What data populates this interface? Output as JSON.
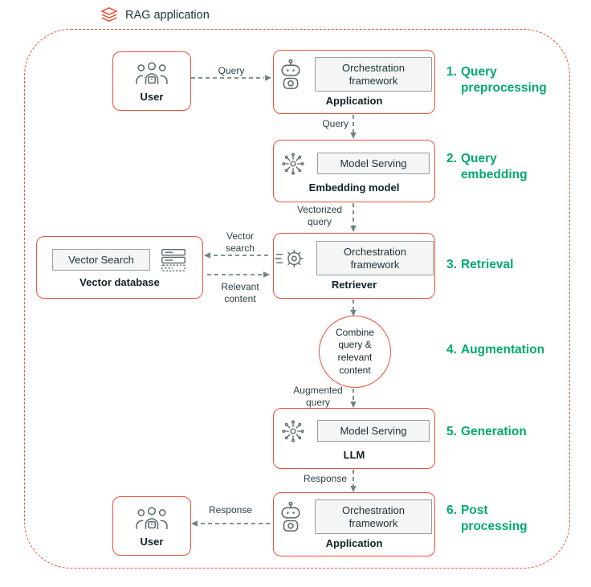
{
  "header": {
    "title": "RAG application"
  },
  "nodes": {
    "user_top": {
      "label": "User"
    },
    "application_top": {
      "inner": "Orchestration framework",
      "label": "Application"
    },
    "embedding_model": {
      "inner": "Model Serving",
      "label": "Embedding model"
    },
    "retriever": {
      "inner": "Orchestration framework",
      "label": "Retriever"
    },
    "vector_database": {
      "inner": "Vector Search",
      "label": "Vector database"
    },
    "combine": {
      "label": "Combine query & relevant content"
    },
    "llm": {
      "inner": "Model Serving",
      "label": "LLM"
    },
    "application_bottom": {
      "inner": "Orchestration framework",
      "label": "Application"
    },
    "user_bottom": {
      "label": "User"
    }
  },
  "arrow_labels": {
    "user_to_app": "Query",
    "app_to_embedding": "Query",
    "embedding_to_retriever": "Vectorized query",
    "retriever_to_vectordb": "Vector search",
    "vectordb_to_retriever": "Relevant content",
    "combine_to_llm": "Augmented query",
    "llm_to_app": "Response",
    "app_to_user": "Response"
  },
  "steps": [
    {
      "num": "1.",
      "label": "Query preprocessing"
    },
    {
      "num": "2.",
      "label": "Query embedding"
    },
    {
      "num": "3.",
      "label": "Retrieval"
    },
    {
      "num": "4.",
      "label": "Augmentation"
    },
    {
      "num": "5.",
      "label": "Generation"
    },
    {
      "num": "6.",
      "label": "Post processing"
    }
  ],
  "colors": {
    "accent_red": "#F0503C",
    "accent_green": "#00A972",
    "arrow_gray": "#6E8487",
    "text_dark": "#1B3139",
    "inner_box_bg": "#F4F5F5"
  }
}
